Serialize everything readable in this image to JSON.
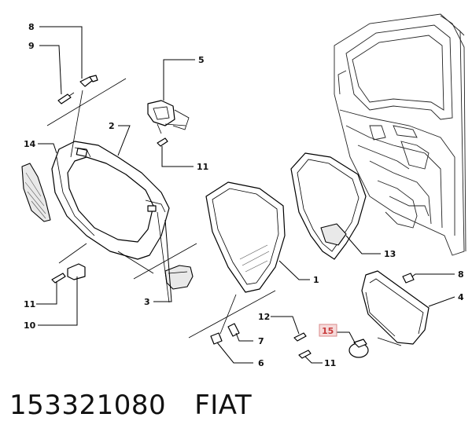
{
  "callouts": [
    {
      "id": "c8a",
      "label": "8"
    },
    {
      "id": "c9",
      "label": "9"
    },
    {
      "id": "c5",
      "label": "5"
    },
    {
      "id": "c2",
      "label": "2"
    },
    {
      "id": "c14",
      "label": "14"
    },
    {
      "id": "c11a",
      "label": "11"
    },
    {
      "id": "c13",
      "label": "13"
    },
    {
      "id": "c1",
      "label": "1"
    },
    {
      "id": "c8b",
      "label": "8"
    },
    {
      "id": "c4",
      "label": "4"
    },
    {
      "id": "c3",
      "label": "3"
    },
    {
      "id": "c11b",
      "label": "11"
    },
    {
      "id": "c10",
      "label": "10"
    },
    {
      "id": "c12",
      "label": "12"
    },
    {
      "id": "c7",
      "label": "7"
    },
    {
      "id": "c15",
      "label": "15"
    },
    {
      "id": "c6",
      "label": "6"
    },
    {
      "id": "c11c",
      "label": "11"
    }
  ],
  "footer": {
    "part_number": "153321080",
    "brand": "FIAT"
  },
  "colors": {
    "highlight_text": "#c83b3b",
    "highlight_box": "#f6dada"
  }
}
